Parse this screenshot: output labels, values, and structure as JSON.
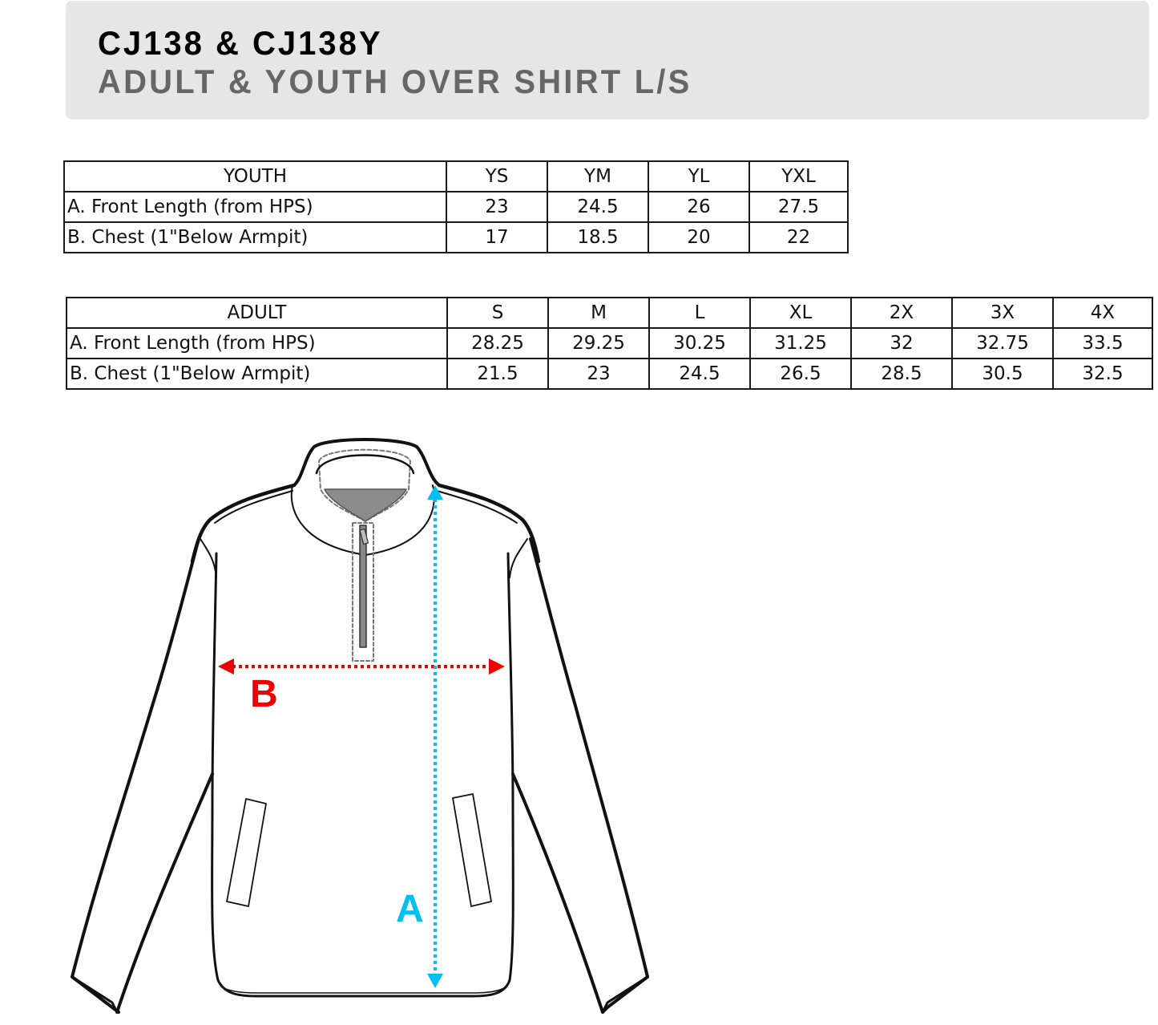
{
  "header": {
    "title": "CJ138 & CJ138Y",
    "subtitle": "ADULT & YOUTH OVER SHIRT L/S",
    "background_color": "#e6e6e6",
    "subtitle_color": "#666666"
  },
  "youth_table": {
    "group_label": "YOUTH",
    "sizes": [
      "YS",
      "YM",
      "YL",
      "YXL"
    ],
    "rows": [
      {
        "label": "A. Front Length  (from HPS)",
        "values": [
          "23",
          "24.5",
          "26",
          "27.5"
        ]
      },
      {
        "label": "B. Chest (1\"Below Armpit)",
        "values": [
          "17",
          "18.5",
          "20",
          "22"
        ]
      }
    ]
  },
  "adult_table": {
    "group_label": "ADULT",
    "sizes": [
      "S",
      "M",
      "L",
      "XL",
      "2X",
      "3X",
      "4X"
    ],
    "rows": [
      {
        "label": "A. Front Length  (from HPS)",
        "values": [
          "28.25",
          "29.25",
          "30.25",
          "31.25",
          "32",
          "32.75",
          "33.5"
        ]
      },
      {
        "label": "B. Chest (1\"Below Armpit)",
        "values": [
          "21.5",
          "23",
          "24.5",
          "26.5",
          "28.5",
          "30.5",
          "32.5"
        ]
      }
    ]
  },
  "diagram": {
    "garment": "quarter-zip over shirt, long sleeve",
    "measure_a": {
      "label": "A",
      "meaning": "Front Length (from HPS)",
      "color": "#00bff3"
    },
    "measure_b": {
      "label": "B",
      "meaning": "Chest (1\" Below Armpit)",
      "color": "#ee0000"
    }
  }
}
